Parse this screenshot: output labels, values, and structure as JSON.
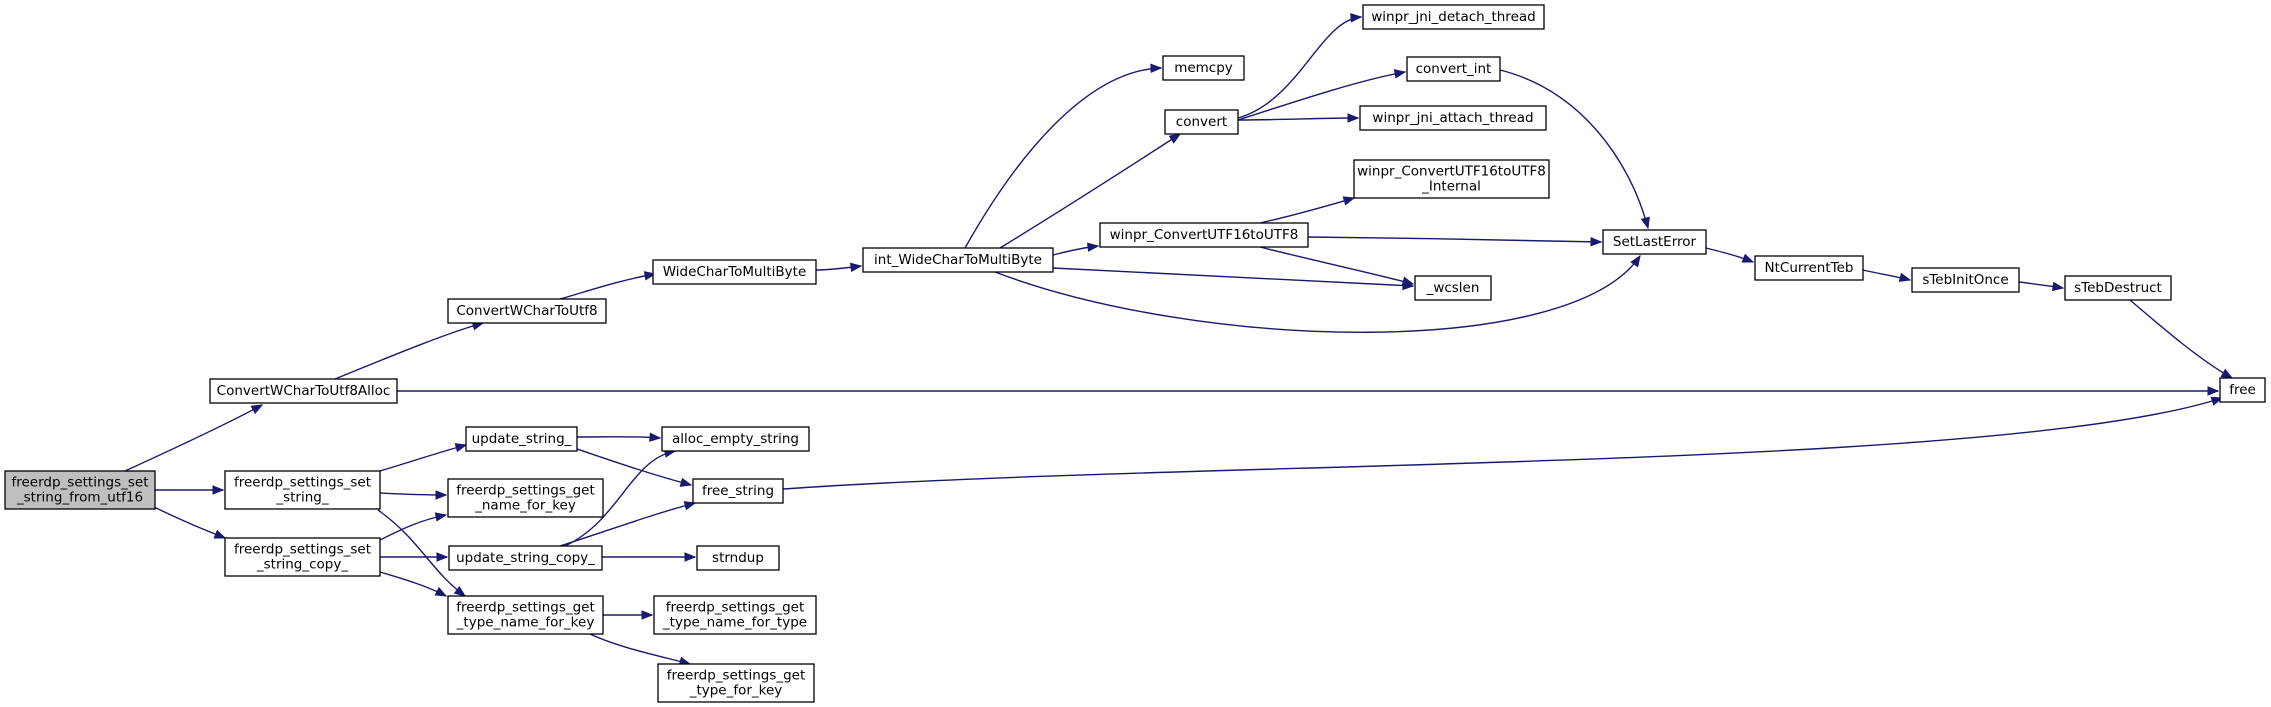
{
  "nodes": [
    {
      "id": "root",
      "lines": [
        "freerdp_settings_set",
        "_string_from_utf16"
      ],
      "root": true
    },
    {
      "id": "convAlloc",
      "lines": [
        "ConvertWCharToUtf8Alloc"
      ]
    },
    {
      "id": "setStr",
      "lines": [
        "freerdp_settings_set",
        "_string_"
      ]
    },
    {
      "id": "setStrCopy",
      "lines": [
        "freerdp_settings_set",
        "_string_copy_"
      ]
    },
    {
      "id": "convUtf8",
      "lines": [
        "ConvertWCharToUtf8"
      ]
    },
    {
      "id": "wc2mb",
      "lines": [
        "WideCharToMultiByte"
      ]
    },
    {
      "id": "intWc2mb",
      "lines": [
        "int_WideCharToMultiByte"
      ]
    },
    {
      "id": "memcpy",
      "lines": [
        "memcpy"
      ]
    },
    {
      "id": "convert",
      "lines": [
        "convert"
      ]
    },
    {
      "id": "detach",
      "lines": [
        "winpr_jni_detach_thread"
      ]
    },
    {
      "id": "convInt",
      "lines": [
        "convert_int"
      ]
    },
    {
      "id": "attach",
      "lines": [
        "winpr_jni_attach_thread"
      ]
    },
    {
      "id": "utf16",
      "lines": [
        "winpr_ConvertUTF16toUTF8"
      ]
    },
    {
      "id": "utf16int",
      "lines": [
        "winpr_ConvertUTF16toUTF8",
        "_Internal"
      ]
    },
    {
      "id": "wcslen",
      "lines": [
        "_wcslen"
      ]
    },
    {
      "id": "setLastError",
      "lines": [
        "SetLastError"
      ]
    },
    {
      "id": "ntTeb",
      "lines": [
        "NtCurrentTeb"
      ]
    },
    {
      "id": "tebInit",
      "lines": [
        "sTebInitOnce"
      ]
    },
    {
      "id": "tebDestruct",
      "lines": [
        "sTebDestruct"
      ]
    },
    {
      "id": "free",
      "lines": [
        "free"
      ]
    },
    {
      "id": "updStr",
      "lines": [
        "update_string_"
      ]
    },
    {
      "id": "allocEmpty",
      "lines": [
        "alloc_empty_string"
      ]
    },
    {
      "id": "freeStr",
      "lines": [
        "free_string"
      ]
    },
    {
      "id": "getName",
      "lines": [
        "freerdp_settings_get",
        "_name_for_key"
      ]
    },
    {
      "id": "updStrCopy",
      "lines": [
        "update_string_copy_"
      ]
    },
    {
      "id": "strndup",
      "lines": [
        "strndup"
      ]
    },
    {
      "id": "getTypeName",
      "lines": [
        "freerdp_settings_get",
        "_type_name_for_key"
      ]
    },
    {
      "id": "typeNameType",
      "lines": [
        "freerdp_settings_get",
        "_type_name_for_type"
      ]
    },
    {
      "id": "typeForKey",
      "lines": [
        "freerdp_settings_get",
        "_type_for_key"
      ]
    }
  ],
  "edges": [
    [
      "root",
      "convAlloc"
    ],
    [
      "root",
      "setStr"
    ],
    [
      "root",
      "setStrCopy"
    ],
    [
      "convAlloc",
      "convUtf8"
    ],
    [
      "convAlloc",
      "free"
    ],
    [
      "convUtf8",
      "wc2mb"
    ],
    [
      "wc2mb",
      "intWc2mb"
    ],
    [
      "intWc2mb",
      "memcpy"
    ],
    [
      "intWc2mb",
      "convert"
    ],
    [
      "intWc2mb",
      "utf16"
    ],
    [
      "intWc2mb",
      "wcslen"
    ],
    [
      "intWc2mb",
      "setLastError"
    ],
    [
      "convert",
      "detach"
    ],
    [
      "convert",
      "convInt"
    ],
    [
      "convert",
      "attach"
    ],
    [
      "convInt",
      "setLastError"
    ],
    [
      "utf16",
      "utf16int"
    ],
    [
      "utf16",
      "wcslen"
    ],
    [
      "utf16",
      "setLastError"
    ],
    [
      "setLastError",
      "ntTeb"
    ],
    [
      "ntTeb",
      "tebInit"
    ],
    [
      "tebInit",
      "tebDestruct"
    ],
    [
      "tebDestruct",
      "free"
    ],
    [
      "setStr",
      "updStr"
    ],
    [
      "setStr",
      "getName"
    ],
    [
      "setStr",
      "getTypeName"
    ],
    [
      "updStr",
      "allocEmpty"
    ],
    [
      "updStr",
      "freeStr"
    ],
    [
      "freeStr",
      "free"
    ],
    [
      "setStrCopy",
      "getName"
    ],
    [
      "setStrCopy",
      "updStrCopy"
    ],
    [
      "setStrCopy",
      "getTypeName"
    ],
    [
      "updStrCopy",
      "allocEmpty"
    ],
    [
      "updStrCopy",
      "freeStr"
    ],
    [
      "updStrCopy",
      "strndup"
    ],
    [
      "getTypeName",
      "typeNameType"
    ],
    [
      "getTypeName",
      "typeForKey"
    ]
  ],
  "colors": {
    "edge": "#191970",
    "root_fill": "#bfbfbf",
    "node_fill": "#ffffff",
    "border": "#000000"
  }
}
